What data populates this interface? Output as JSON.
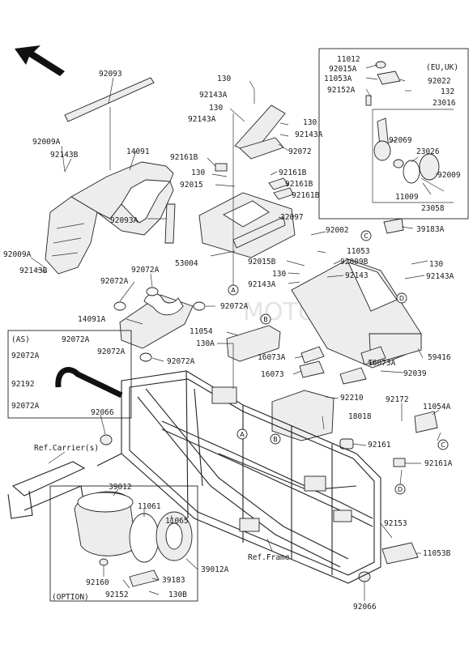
{
  "watermark": "MOTO PARTS",
  "part_labels": {
    "p92093": "92093",
    "p14091": "14091",
    "p92009A_a": "92009A",
    "p92143B_a": "92143B",
    "p92009A_b": "92009A",
    "p92143B_b": "92143B",
    "p92093A": "92093A",
    "p130_a": "130",
    "p92143A_a": "92143A",
    "p130_b": "130",
    "p92143A_b": "92143A",
    "p130_c": "130",
    "p92143A_c": "92143A",
    "p92072": "92072",
    "p92161B_a": "92161B",
    "p130_d": "130",
    "p92015": "92015",
    "p92161B_b": "92161B",
    "p92161B_c": "92161B",
    "p92161B_d": "92161B",
    "p32097": "32097",
    "p53004": "53004",
    "p92002": "92002",
    "p11053": "11053",
    "p92015B": "92015B",
    "p92009B": "92009B",
    "p130_e": "130",
    "p92143A_d": "92143A",
    "p92143": "92143",
    "p130_f": "130",
    "p92143A_e": "92143A",
    "p39183A": "39183A",
    "p92072A_a": "92072A",
    "p92072A_b": "92072A",
    "p92072A_c": "92072A",
    "p14091A": "14091A",
    "p92072A_d": "92072A",
    "p11054": "11054",
    "p130A": "130A",
    "p92072A_e": "92072A",
    "p16073A_a": "16073A",
    "p16073": "16073",
    "p16073A_b": "16073A",
    "p59416": "59416",
    "p92039": "92039",
    "p92210": "92210",
    "p92172": "92172",
    "p11054A": "11054A",
    "p18018": "18018",
    "p92066_a": "92066",
    "p92161": "92161",
    "p92161A": "92161A",
    "p39012": "39012",
    "p11061": "11061",
    "p11065": "11065",
    "p92153": "92153",
    "p11053B": "11053B",
    "p92160": "92160",
    "p39183": "39183",
    "p92152": "92152",
    "p130B": "130B",
    "p39012A": "39012A",
    "p92066_b": "92066"
  },
  "as_box": {
    "title": "(AS)",
    "l1": "92072A",
    "l2": "92072A",
    "l3": "92072A",
    "l4": "92192",
    "l5": "92072A"
  },
  "eu_box": {
    "title": "(EU,UK)",
    "l1": "11012",
    "l2": "92015A",
    "l3": "11053A",
    "l4": "92152A",
    "l5": "92022",
    "l6": "132",
    "l7": "23016",
    "l8": "92069",
    "l9": "23026",
    "l10": "92009",
    "l11": "11009",
    "l12": "23058"
  },
  "refs": {
    "carrier": "Ref.Carrier(s)",
    "frame": "Ref.Frame",
    "option": "(OPTION)"
  },
  "bubbles": {
    "a": "A",
    "b": "B",
    "c": "C",
    "d": "D"
  }
}
